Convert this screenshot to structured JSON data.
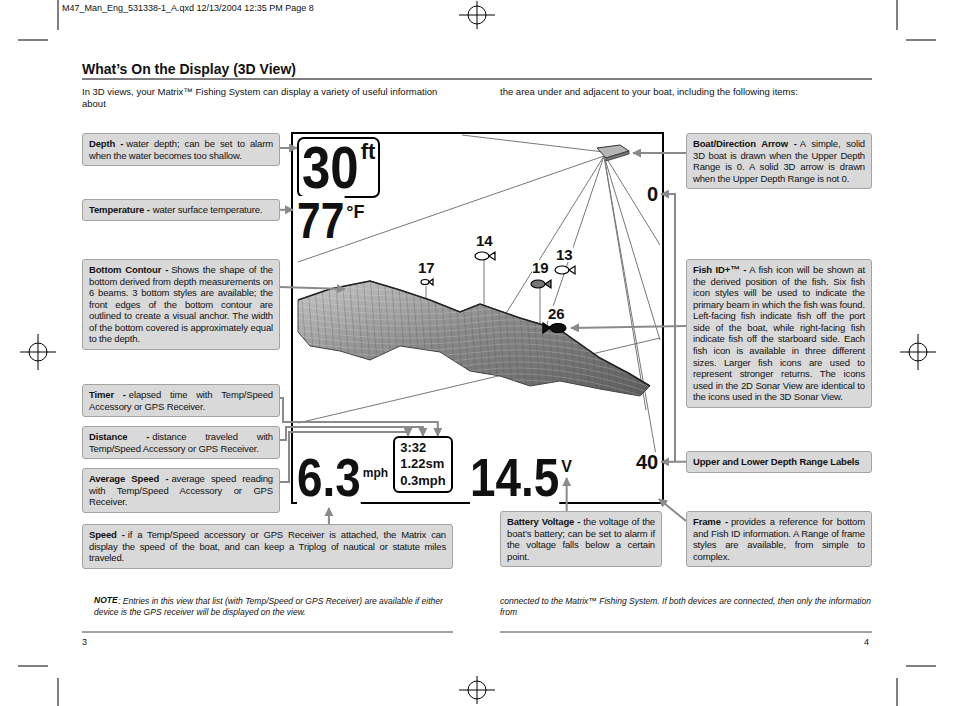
{
  "diagram": {
    "title": "What’s On the Display (3D View)",
    "nodes": [
      {
        "text": [
          "Depth -",
          "water depth; can be set to alarm when the water becomes too shallow."
        ]
      },
      {
        "text": [
          "Temperature -",
          "water surface temperature."
        ]
      },
      {
        "text": [
          "Bottom Contour -",
          "Shows the shape of the bottom derived from depth measurements on 6 beams. 3 bottom styles are available; the front edges of the bottom contour are outlined to create a visual anchor. The width of the bottom covered is approximately equal to the depth."
        ]
      },
      {
        "text": [
          "Timer -",
          "elapsed time with Temp/Speed Accessory or GPS Receiver."
        ]
      },
      {
        "text": [
          "Distance -",
          "distance traveled with Temp/Speed Accessory or GPS Receiver."
        ]
      },
      {
        "text": [
          "Average Speed -",
          "average speed reading with Temp/Speed Accessory or GPS Receiver."
        ]
      },
      {
        "text": [
          "Speed -",
          "if a Temp/Speed accessory or GPS Receiver is attached, the Matrix can display the speed of the boat, and can keep a Triplog of nautical or statute miles traveled."
        ]
      },
      {
        "text": [
          "Boat/Direction Arrow -",
          "A simple, solid 3D boat is drawn when the Upper Depth Range is 0. A solid 3D arrow is drawn when the Upper Depth Range is not 0."
        ]
      },
      {
        "text": [
          "Fish ID+™ -",
          "A fish icon will be shown at the derived position of the fish. Six fish icon styles will be used to indicate the primary beam in which the fish was found. Left-facing fish indicate fish off the port side of the boat, while right-facing fish indicate fish off the starboard side. Each fish icon is available in three different sizes. Larger fish icons are used to represent stronger returns. The icons used in the 2D Sonar View are identical to the icons used in the 3D Sonar View."
        ]
      },
      {
        "text": [
          "Upper and Lower Depth Range Labels"
        ]
      },
      {
        "text": [
          "Battery Voltage -",
          "the voltage of the boat’s battery; can be set to alarm if the voltage falls below a certain point."
        ]
      },
      {
        "text": [
          "Frame -",
          "provides a reference for bottom and Fish ID information. A Range of frame styles are available, from simple to complex."
        ]
      },
      {
        "text": [
          "30",
          "ft"
        ]
      },
      {
        "text": [
          "3:32",
          "1.22sm",
          "0.3mph"
        ]
      }
    ],
    "edges": [
      {
        "from": 0,
        "to": 12,
        "arrow": "to"
      },
      {
        "from": 3,
        "to": 13,
        "arrow": "to"
      },
      {
        "from": 4,
        "to": 13,
        "arrow": "to"
      },
      {
        "from": 5,
        "to": 13,
        "arrow": "to"
      }
    ],
    "labels": [
      "M47_Man_Eng_531338-1_A.qxd 12/13/2004 12:35 PM Page 8",
      "In 3D views, your Matrix™ Fishing System can display a variety of useful information about",
      "the area under and adjacent to your boat, including the following items:",
      "77",
      "°F",
      "17",
      "14",
      "19",
      "13",
      "26",
      "0",
      "40",
      "6.3",
      "mph",
      "14.5",
      "V",
      "NOTE",
      ": Entries in this view that list (with Temp/Speed or GPS Receiver) are available if either device is the GPS receiver will be displayed on the view.",
      "connected to the Matrix™ Fishing System. If both devices are connected, then only the information from",
      "3",
      "4"
    ]
  }
}
